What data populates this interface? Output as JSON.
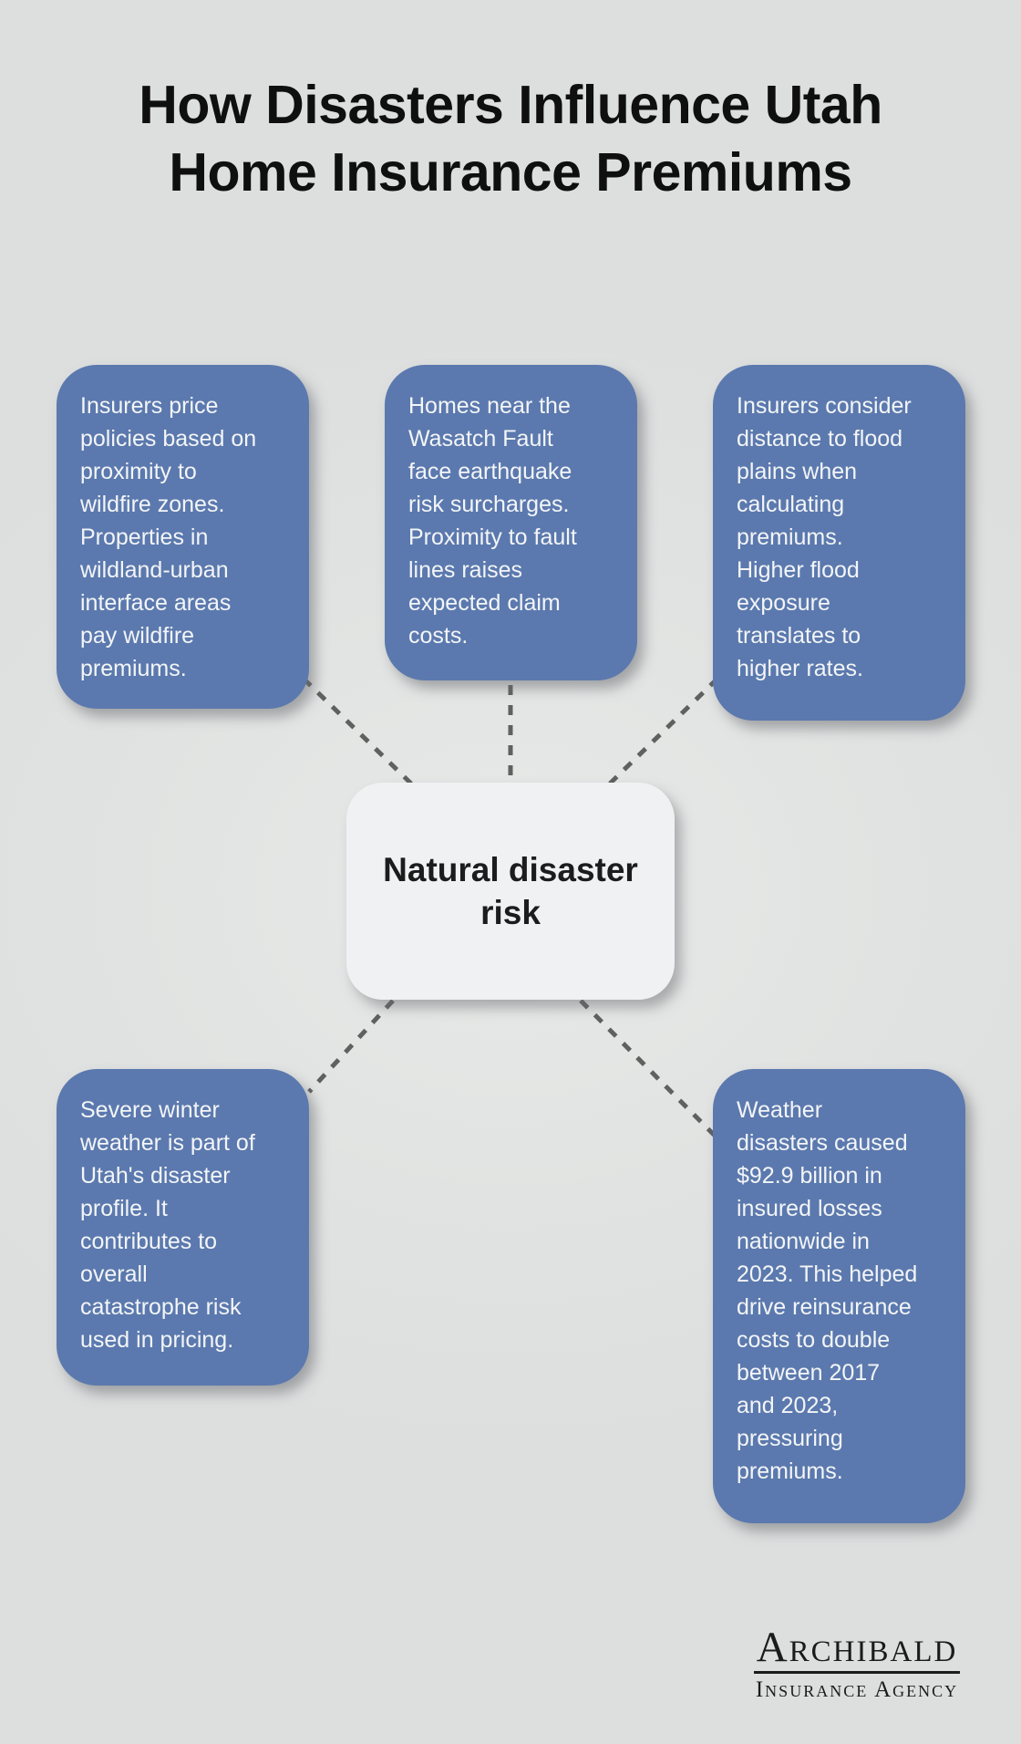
{
  "page": {
    "title": "How Disasters Influence Utah\nHome Insurance Premiums",
    "background_color": "#dfe1e1"
  },
  "diagram": {
    "center_node": {
      "label": "Natural disaster\nrisk",
      "fill_color": "#f0f1f3",
      "text_color": "#1c1c1c"
    },
    "node_fill_color": "#5b79ae",
    "node_text_color": "#f3f5f7",
    "connector_color": "#5f6060",
    "connector_style": "dashed",
    "nodes": [
      {
        "id": "wildfire",
        "text": "Insurers price\npolicies based on\nproximity to\nwildfire zones.\nProperties in\nwildland-urban\ninterface areas\npay wildfire\npremiums."
      },
      {
        "id": "earthquake",
        "text": "Homes near the\nWasatch Fault\nface earthquake\nrisk surcharges.\nProximity to fault\nlines raises\nexpected claim\ncosts."
      },
      {
        "id": "flood",
        "text": "Insurers consider\ndistance to flood\nplains when\ncalculating\npremiums.\nHigher flood\nexposure\ntranslates to\nhigher rates."
      },
      {
        "id": "winter-weather",
        "text": "Severe winter\nweather is part of\nUtah's disaster\nprofile. It\ncontributes to\noverall\ncatastrophe risk\nused in pricing."
      },
      {
        "id": "weather-losses",
        "text": "Weather\ndisasters caused\n$92.9 billion in\ninsured losses\nnationwide in\n2023. This helped\ndrive reinsurance\ncosts to double\nbetween 2017\nand 2023,\npressuring\npremiums."
      }
    ]
  },
  "footer": {
    "brand_name": "Archibald",
    "brand_tagline": "Insurance Agency"
  }
}
